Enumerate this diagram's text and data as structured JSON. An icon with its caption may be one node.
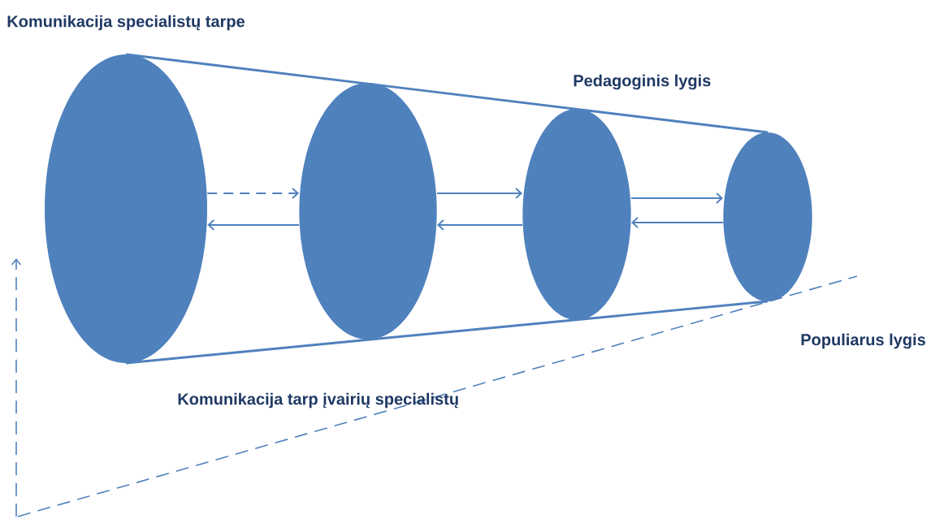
{
  "diagram": {
    "nodes": [
      {
        "text": [],
        "shape": "ellipse"
      },
      {
        "text": [],
        "shape": "ellipse"
      },
      {
        "text": [],
        "shape": "ellipse"
      },
      {
        "text": [],
        "shape": "ellipse"
      }
    ],
    "edges": [
      {
        "from": 0,
        "to": 1,
        "arrow": "to",
        "style": "dashed"
      },
      {
        "from": 1,
        "to": 0,
        "arrow": "to"
      },
      {
        "from": 1,
        "to": 2,
        "arrow": "to"
      },
      {
        "from": 2,
        "to": 1,
        "arrow": "to"
      },
      {
        "from": 2,
        "to": 3,
        "arrow": "to"
      },
      {
        "from": 3,
        "to": 2,
        "arrow": "to"
      }
    ],
    "labels": [
      "Komunikacija specialistų tarpe",
      "Pedagoginis lygis",
      "Populiarus lygis",
      "Komunikacija tarp įvairių specialistų"
    ]
  }
}
